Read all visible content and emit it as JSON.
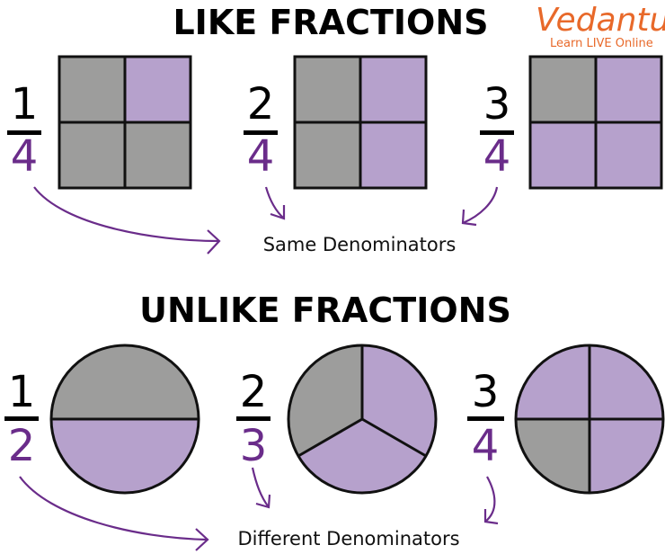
{
  "titles": {
    "like": "LIKE FRACTIONS",
    "unlike": "UNLIKE FRACTIONS"
  },
  "logo": {
    "brand": "Vedantu",
    "tagline": "Learn LIVE Online"
  },
  "colors": {
    "shaded": "#9d9d9c",
    "unshaded": "#b6a1cc",
    "denominator": "#6a2c8a",
    "logo": "#e8692a"
  },
  "like_fractions": [
    {
      "numerator": "1",
      "denominator": "4",
      "shaded_parts": 1
    },
    {
      "numerator": "2",
      "denominator": "4",
      "shaded_parts": 2
    },
    {
      "numerator": "3",
      "denominator": "4",
      "shaded_parts": 3
    }
  ],
  "unlike_fractions": [
    {
      "numerator": "1",
      "denominator": "2"
    },
    {
      "numerator": "2",
      "denominator": "3"
    },
    {
      "numerator": "3",
      "denominator": "4"
    }
  ],
  "labels": {
    "same": "Same Denominators",
    "different": "Different Denominators"
  }
}
